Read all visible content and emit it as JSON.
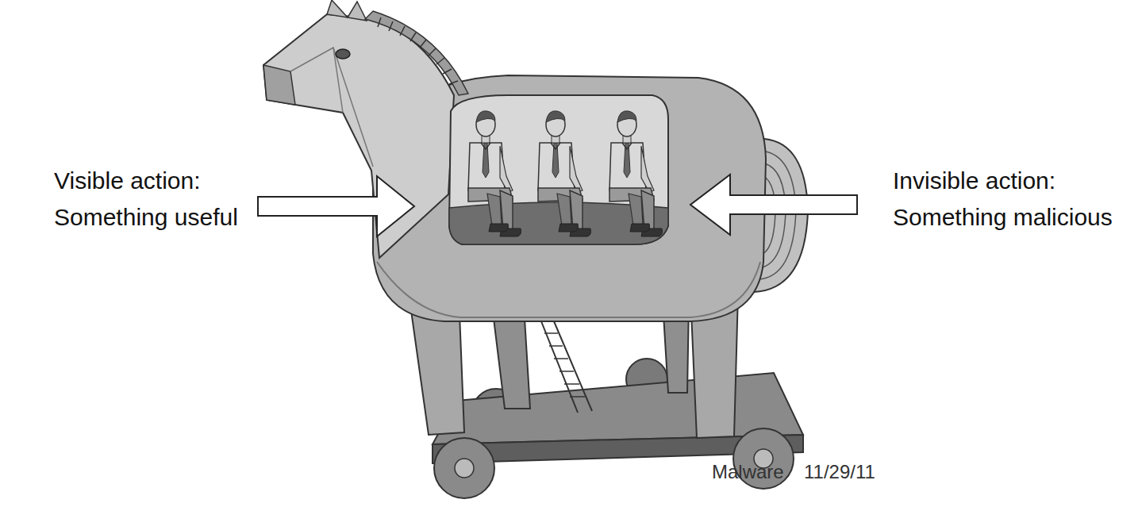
{
  "diagram": {
    "labels": [
      "Visible action: Something useful",
      "Invisible action: Something malicious",
      "Malware",
      "11/29/11"
    ]
  }
}
